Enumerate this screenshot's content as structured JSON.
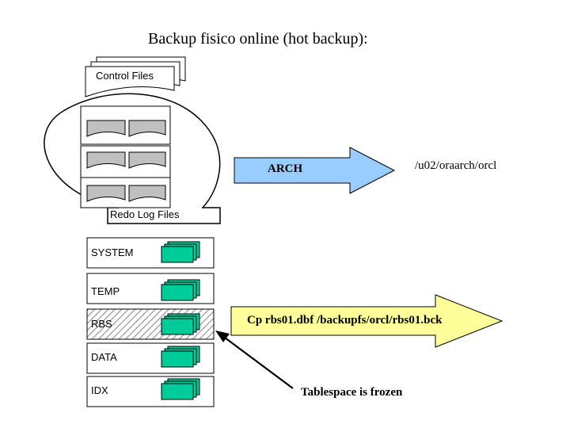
{
  "title": "Backup fisico online (hot backup):",
  "control_files": {
    "label": "Control Files"
  },
  "redo_logs": {
    "label": "Redo Log Files",
    "groups": 3,
    "members_per_group": 2
  },
  "archiver": {
    "label": "ARCH",
    "destination": "/u02/oraarch/orcl",
    "arrow_color": "#99ccff"
  },
  "tablespaces": [
    {
      "name": "SYSTEM",
      "in_backup": false
    },
    {
      "name": "TEMP",
      "in_backup": false
    },
    {
      "name": "RBS",
      "in_backup": true
    },
    {
      "name": "DATA",
      "in_backup": false
    },
    {
      "name": "IDX",
      "in_backup": false
    }
  ],
  "copy_command": {
    "label": "Cp rbs01.dbf /backupfs/orcl/rbs01.bck",
    "arrow_color": "#ffff99"
  },
  "annotation": {
    "label": "Tablespace is frozen"
  },
  "colors": {
    "datafile": "#00cc99",
    "logfile": "#c0c0c0"
  }
}
